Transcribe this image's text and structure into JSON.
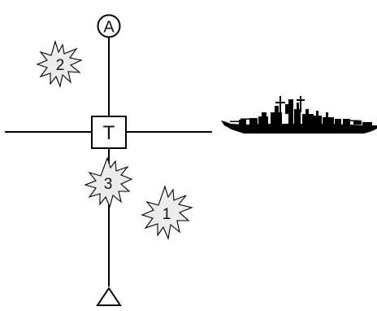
{
  "diagram": {
    "top_marker": {
      "label": "A",
      "shape": "circle"
    },
    "bottom_marker": {
      "label": "",
      "shape": "triangle"
    },
    "center_box": {
      "label": "T"
    },
    "bursts": [
      {
        "label": "1"
      },
      {
        "label": "2"
      },
      {
        "label": "3"
      }
    ],
    "ship": {
      "icon": "warship-silhouette-icon"
    },
    "colors": {
      "line": "#000000",
      "burst_fill": "#ececec",
      "ship_fill": "#000000"
    }
  }
}
